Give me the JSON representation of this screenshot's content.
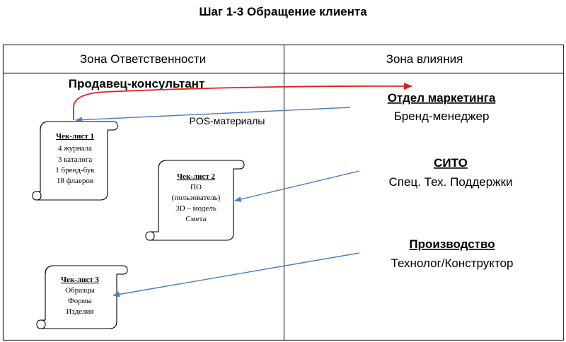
{
  "title": "Шаг 1-3 Обращение клиента",
  "columns": {
    "left": "Зона Ответственности",
    "right": "Зона влияния"
  },
  "role": "Продавец-консультант",
  "arrow_label": "POS-материалы",
  "checklists": [
    {
      "heading": "Чек-лист 1",
      "items": [
        "4 журнала",
        "3 каталога",
        "1 бренд-бук",
        "18 флаеров"
      ]
    },
    {
      "heading": "Чек-лист 2",
      "items": [
        "ПО",
        "(пользователь)",
        "3D – модель",
        "Смета"
      ]
    },
    {
      "heading": "Чек-лист 3",
      "items": [
        "Образцы",
        "Формы",
        "Изделия"
      ]
    }
  ],
  "influence": [
    {
      "department": "Отдел маркетинга",
      "person": "Бренд-менеджер"
    },
    {
      "department": "СИТО",
      "person": "Спец. Тех. Поддержки"
    },
    {
      "department": "Производство",
      "person": "Технолог/Конструктор"
    }
  ],
  "colors": {
    "red_arrow": "#e02020",
    "blue_arrow": "#4a7cc9",
    "border": "#333333"
  }
}
